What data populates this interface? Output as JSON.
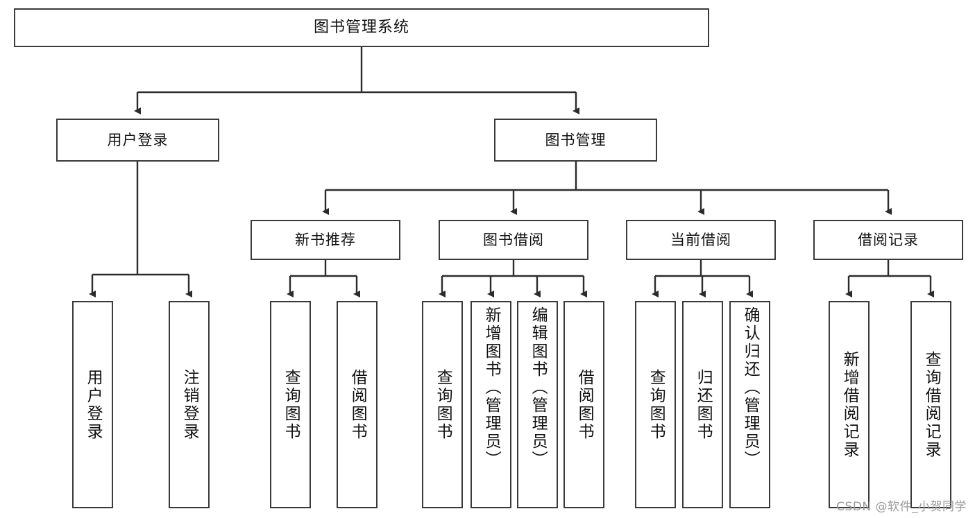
{
  "diagram": {
    "title": "图书管理系统",
    "type": "tree",
    "orientation": "top-down",
    "style": {
      "box_border_color": "#3a3a3a",
      "box_fill_color": "#ffffff",
      "connector_color": "#2b2b2b",
      "text_color": "#111111",
      "background": "#ffffff"
    },
    "root": {
      "label": "图书管理系统"
    },
    "level2": [
      {
        "id": "user-login",
        "label": "用户登录"
      },
      {
        "id": "book-manage",
        "label": "图书管理"
      }
    ],
    "level3": [
      {
        "id": "new-book-recommend",
        "label": "新书推荐"
      },
      {
        "id": "book-borrow",
        "label": "图书借阅"
      },
      {
        "id": "current-borrow",
        "label": "当前借阅"
      },
      {
        "id": "borrow-record",
        "label": "借阅记录"
      }
    ],
    "leaves": [
      {
        "id": "leaf-user-login",
        "parent": "user-login",
        "label": "用户登录"
      },
      {
        "id": "leaf-logout",
        "parent": "user-login",
        "label": "注销登录"
      },
      {
        "id": "leaf-query-book-1",
        "parent": "new-book-recommend",
        "label": "查询图书"
      },
      {
        "id": "leaf-borrow-book-1",
        "parent": "new-book-recommend",
        "label": "借阅图书"
      },
      {
        "id": "leaf-query-book-2",
        "parent": "book-borrow",
        "label": "查询图书"
      },
      {
        "id": "leaf-add-book",
        "parent": "book-borrow",
        "label": "新增图书（管理员）"
      },
      {
        "id": "leaf-edit-book",
        "parent": "book-borrow",
        "label": "编辑图书（管理员）"
      },
      {
        "id": "leaf-borrow-book-2",
        "parent": "book-borrow",
        "label": "借阅图书"
      },
      {
        "id": "leaf-query-book-3",
        "parent": "current-borrow",
        "label": "查询图书"
      },
      {
        "id": "leaf-return-book",
        "parent": "current-borrow",
        "label": "归还图书"
      },
      {
        "id": "leaf-confirm-return",
        "parent": "current-borrow",
        "label": "确认归还（管理员）"
      },
      {
        "id": "leaf-add-record",
        "parent": "borrow-record",
        "label": "新增借阅记录"
      },
      {
        "id": "leaf-query-record",
        "parent": "borrow-record",
        "label": "查询借阅记录"
      }
    ]
  },
  "watermark": {
    "text": "CSDN @软件_小贺同学"
  }
}
